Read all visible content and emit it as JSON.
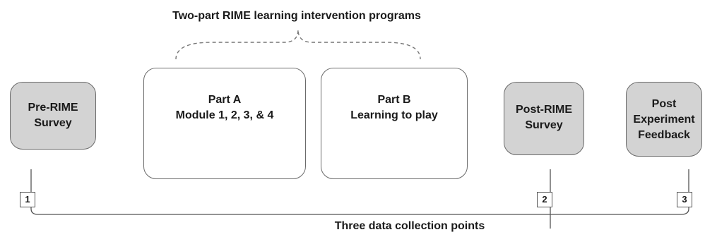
{
  "diagram": {
    "top_title": "Two-part RIME learning intervention programs",
    "bottom_title": "Three data collection points",
    "boxes": {
      "pre_rime": {
        "lines": [
          "Pre-RIME",
          "Survey"
        ],
        "fill": "#d3d3d3"
      },
      "part_a": {
        "lines": [
          "Part A",
          "Module 1, 2, 3, & 4"
        ],
        "fill": "#ffffff"
      },
      "part_b": {
        "lines": [
          "Part B",
          "Learning to play"
        ],
        "fill": "#ffffff"
      },
      "post_rime": {
        "lines": [
          "Post-RIME",
          "Survey"
        ],
        "fill": "#d3d3d3"
      },
      "post_feedback": {
        "lines": [
          "Post",
          "Experiment",
          "Feedback"
        ],
        "fill": "#d3d3d3"
      }
    },
    "points": [
      "1",
      "2",
      "3"
    ],
    "icons": [
      "oud-icon",
      "monitor-video-icon",
      "pipa-icon",
      "teacher-student-guitar-icon",
      "monitor-video-icon"
    ]
  }
}
